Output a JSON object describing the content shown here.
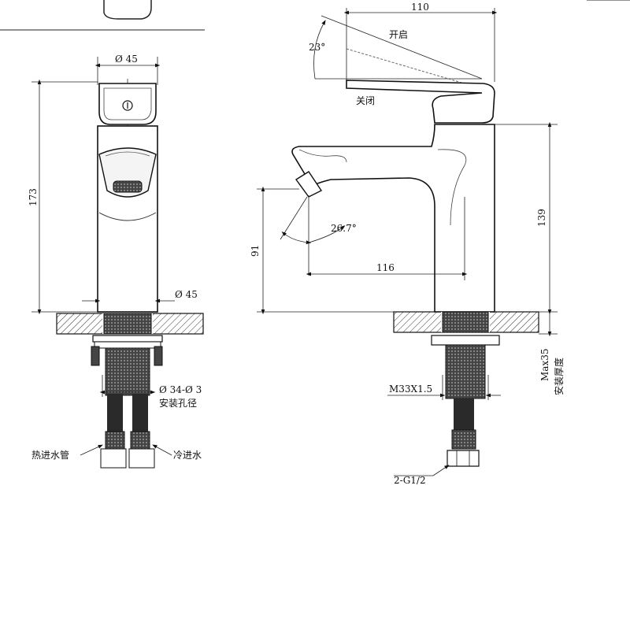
{
  "front_view": {
    "top_diameter": "Ø 45",
    "base_diameter": "Ø 45",
    "height": "173",
    "hole_diameter": "Ø 34-Ø 3",
    "hole_label": "安装孔径",
    "hot_inlet": "热进水管",
    "cold_inlet": "冷进水"
  },
  "side_view": {
    "handle_length": "110",
    "handle_angle": "23°",
    "open_label": "开启",
    "closed_label": "关闭",
    "spout_angle": "26.7°",
    "spout_reach": "116",
    "spout_height": "91",
    "body_height": "139",
    "max_thickness": "Max35",
    "thickness_label": "安装厚度",
    "thread": "M33X1.5",
    "connector": "2-G1/2"
  }
}
